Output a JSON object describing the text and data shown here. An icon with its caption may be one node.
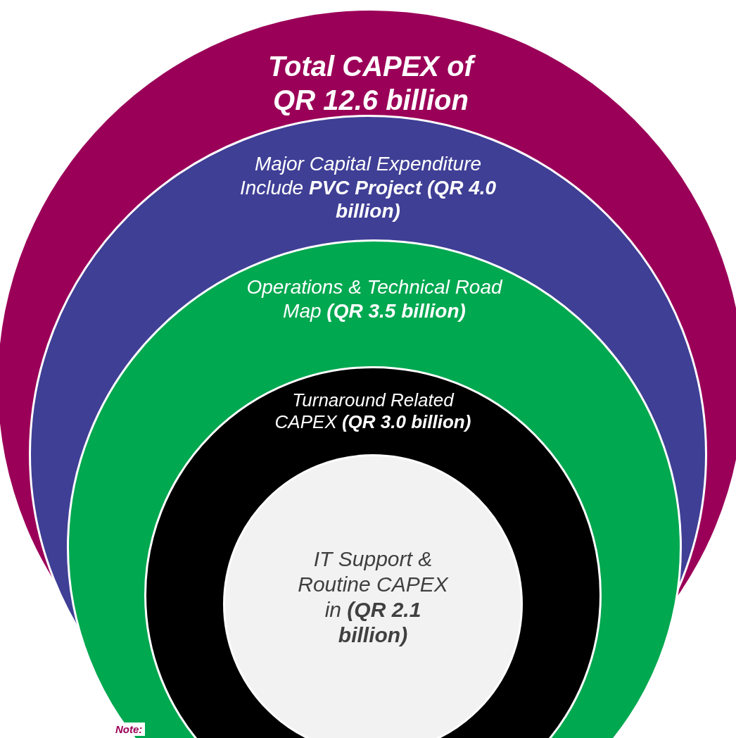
{
  "diagram": {
    "nodes": [
      {
        "text": [
          "Total CAPEX of QR 12.6 billion"
        ]
      },
      {
        "text": [
          "Major Capital Expenditure Include **PVC Project (QR 4.0 billion)**"
        ],
        "in": 0
      },
      {
        "text": [
          "Operations & Technical Road Map **(QR 3.5 billion)**"
        ],
        "in": 1
      },
      {
        "text": [
          "Turnaround Related CAPEX **(QR 3.0 billion)**"
        ],
        "in": 2
      },
      {
        "text": [
          "IT Support & Routine CAPEX in **(QR 2.1 billion)**"
        ],
        "in": 3
      }
    ],
    "labels": [
      "Note:"
    ]
  }
}
